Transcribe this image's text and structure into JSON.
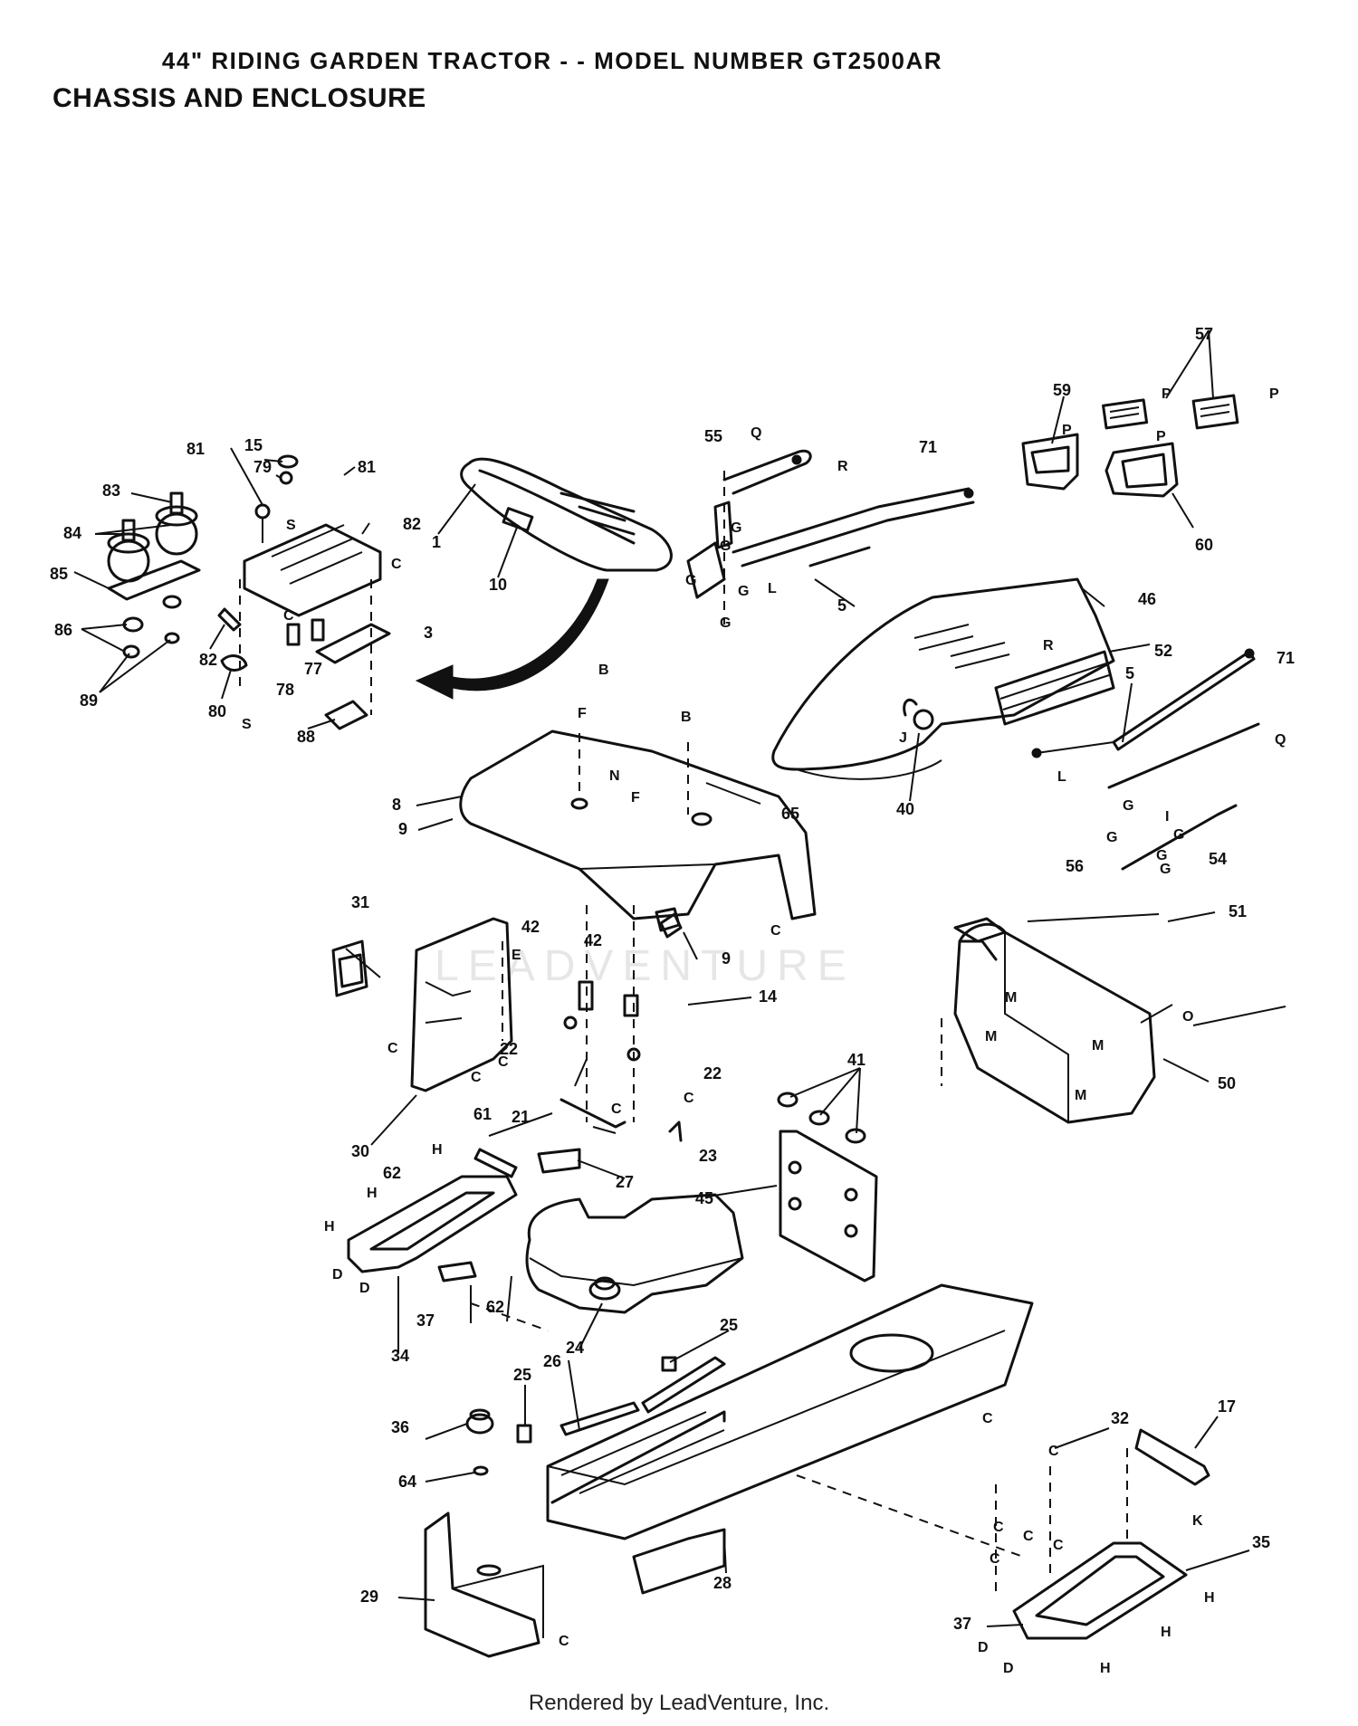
{
  "header": {
    "title": "44\" RIDING GARDEN TRACTOR - - MODEL NUMBER GT2500AR",
    "subtitle": "CHASSIS AND ENCLOSURE"
  },
  "watermark": "LEADVENTURE",
  "footer": "Rendered by LeadVenture, Inc.",
  "callouts": [
    {
      "id": "p1",
      "label": "1"
    },
    {
      "id": "p3",
      "label": "3"
    },
    {
      "id": "p5a",
      "label": "5"
    },
    {
      "id": "p5b",
      "label": "5"
    },
    {
      "id": "p8",
      "label": "8"
    },
    {
      "id": "p9a",
      "label": "9"
    },
    {
      "id": "p9b",
      "label": "9"
    },
    {
      "id": "p10",
      "label": "10"
    },
    {
      "id": "p14",
      "label": "14"
    },
    {
      "id": "p15",
      "label": "15"
    },
    {
      "id": "p17",
      "label": "17"
    },
    {
      "id": "p21",
      "label": "21"
    },
    {
      "id": "p22a",
      "label": "22"
    },
    {
      "id": "p22b",
      "label": "22"
    },
    {
      "id": "p23",
      "label": "23"
    },
    {
      "id": "p24",
      "label": "24"
    },
    {
      "id": "p25a",
      "label": "25"
    },
    {
      "id": "p25b",
      "label": "25"
    },
    {
      "id": "p26",
      "label": "26"
    },
    {
      "id": "p27",
      "label": "27"
    },
    {
      "id": "p28",
      "label": "28"
    },
    {
      "id": "p29",
      "label": "29"
    },
    {
      "id": "p30",
      "label": "30"
    },
    {
      "id": "p31",
      "label": "31"
    },
    {
      "id": "p32",
      "label": "32"
    },
    {
      "id": "p34",
      "label": "34"
    },
    {
      "id": "p35",
      "label": "35"
    },
    {
      "id": "p36",
      "label": "36"
    },
    {
      "id": "p37a",
      "label": "37"
    },
    {
      "id": "p37b",
      "label": "37"
    },
    {
      "id": "p40",
      "label": "40"
    },
    {
      "id": "p41",
      "label": "41"
    },
    {
      "id": "p42a",
      "label": "42"
    },
    {
      "id": "p42b",
      "label": "42"
    },
    {
      "id": "p45",
      "label": "45"
    },
    {
      "id": "p46",
      "label": "46"
    },
    {
      "id": "p50",
      "label": "50"
    },
    {
      "id": "p51",
      "label": "51"
    },
    {
      "id": "p52",
      "label": "52"
    },
    {
      "id": "p54",
      "label": "54"
    },
    {
      "id": "p55",
      "label": "55"
    },
    {
      "id": "p56",
      "label": "56"
    },
    {
      "id": "p57",
      "label": "57"
    },
    {
      "id": "p59",
      "label": "59"
    },
    {
      "id": "p60",
      "label": "60"
    },
    {
      "id": "p61",
      "label": "61"
    },
    {
      "id": "p62a",
      "label": "62"
    },
    {
      "id": "p62b",
      "label": "62"
    },
    {
      "id": "p64",
      "label": "64"
    },
    {
      "id": "p65",
      "label": "65"
    },
    {
      "id": "p71a",
      "label": "71"
    },
    {
      "id": "p71b",
      "label": "71"
    },
    {
      "id": "p77",
      "label": "77"
    },
    {
      "id": "p78",
      "label": "78"
    },
    {
      "id": "p79",
      "label": "79"
    },
    {
      "id": "p80",
      "label": "80"
    },
    {
      "id": "p81a",
      "label": "81"
    },
    {
      "id": "p81b",
      "label": "81"
    },
    {
      "id": "p82a",
      "label": "82"
    },
    {
      "id": "p82b",
      "label": "82"
    },
    {
      "id": "p83",
      "label": "83"
    },
    {
      "id": "p84",
      "label": "84"
    },
    {
      "id": "p85",
      "label": "85"
    },
    {
      "id": "p86",
      "label": "86"
    },
    {
      "id": "p88",
      "label": "88"
    },
    {
      "id": "p89",
      "label": "89"
    }
  ],
  "letters": [
    {
      "id": "lB1",
      "label": "B"
    },
    {
      "id": "lB2",
      "label": "B"
    },
    {
      "id": "lF1",
      "label": "F"
    },
    {
      "id": "lF2",
      "label": "F"
    },
    {
      "id": "lN",
      "label": "N"
    },
    {
      "id": "lC1",
      "label": "C"
    },
    {
      "id": "lC2",
      "label": "C"
    },
    {
      "id": "lC3",
      "label": "C"
    },
    {
      "id": "lC4",
      "label": "C"
    },
    {
      "id": "lC5",
      "label": "C"
    },
    {
      "id": "lC6",
      "label": "C"
    },
    {
      "id": "lC7",
      "label": "C"
    },
    {
      "id": "lC8",
      "label": "C"
    },
    {
      "id": "lC9",
      "label": "C"
    },
    {
      "id": "lC10",
      "label": "C"
    },
    {
      "id": "lC11",
      "label": "C"
    },
    {
      "id": "lC12",
      "label": "C"
    },
    {
      "id": "lC13",
      "label": "C"
    },
    {
      "id": "lC14",
      "label": "C"
    },
    {
      "id": "lC15",
      "label": "C"
    },
    {
      "id": "lE",
      "label": "E"
    },
    {
      "id": "lG1",
      "label": "G"
    },
    {
      "id": "lG2",
      "label": "G"
    },
    {
      "id": "lG3",
      "label": "G"
    },
    {
      "id": "lG4",
      "label": "G"
    },
    {
      "id": "lG5",
      "label": "G"
    },
    {
      "id": "lG6",
      "label": "G"
    },
    {
      "id": "lG7",
      "label": "G"
    },
    {
      "id": "lG8",
      "label": "G"
    },
    {
      "id": "lG9",
      "label": "G"
    },
    {
      "id": "lG10",
      "label": "G"
    },
    {
      "id": "lQ1",
      "label": "Q"
    },
    {
      "id": "lQ2",
      "label": "Q"
    },
    {
      "id": "lR1",
      "label": "R"
    },
    {
      "id": "lR2",
      "label": "R"
    },
    {
      "id": "lL1",
      "label": "L"
    },
    {
      "id": "lL2",
      "label": "L"
    },
    {
      "id": "lP1",
      "label": "P"
    },
    {
      "id": "lP2",
      "label": "P"
    },
    {
      "id": "lP3",
      "label": "P"
    },
    {
      "id": "lP4",
      "label": "P"
    },
    {
      "id": "lJ",
      "label": "J"
    },
    {
      "id": "lM1",
      "label": "M"
    },
    {
      "id": "lM2",
      "label": "M"
    },
    {
      "id": "lM3",
      "label": "M"
    },
    {
      "id": "lM4",
      "label": "M"
    },
    {
      "id": "lO",
      "label": "O"
    },
    {
      "id": "lI1",
      "label": "I"
    },
    {
      "id": "lH1",
      "label": "H"
    },
    {
      "id": "lH2",
      "label": "H"
    },
    {
      "id": "lH3",
      "label": "H"
    },
    {
      "id": "lH4",
      "label": "H"
    },
    {
      "id": "lH5",
      "label": "H"
    },
    {
      "id": "lH6",
      "label": "H"
    },
    {
      "id": "lD1",
      "label": "D"
    },
    {
      "id": "lD2",
      "label": "D"
    },
    {
      "id": "lD3",
      "label": "D"
    },
    {
      "id": "lD4",
      "label": "D"
    },
    {
      "id": "lK",
      "label": "K"
    },
    {
      "id": "lS1",
      "label": "S"
    },
    {
      "id": "lS2",
      "label": "S"
    }
  ]
}
